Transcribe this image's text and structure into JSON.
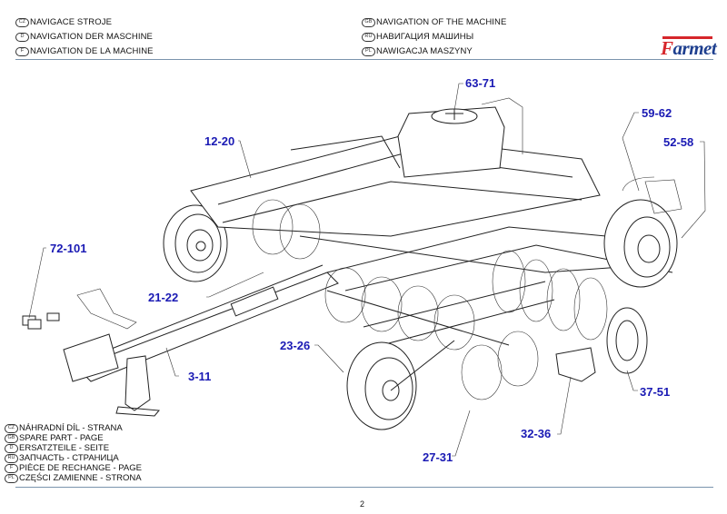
{
  "header": {
    "left": [
      {
        "lang": "CZ",
        "text": "NAVIGACE STROJE"
      },
      {
        "lang": "D",
        "text": "NAVIGATION DER MASCHINE"
      },
      {
        "lang": "F",
        "text": "NAVIGATION DE LA MACHINE"
      }
    ],
    "right": [
      {
        "lang": "GB",
        "text": "NAVIGATION OF THE MACHINE"
      },
      {
        "lang": "RU",
        "text": "НАВИГАЦИЯ МАШИНЫ"
      },
      {
        "lang": "PL",
        "text": "NAWIGACJA MASZYNY"
      }
    ],
    "logo": {
      "first": "F",
      "rest": "armet",
      "brand_red": "#d6262b",
      "brand_blue": "#1e3f8f"
    }
  },
  "callouts": [
    {
      "id": "63-71",
      "label": "63-71"
    },
    {
      "id": "12-20",
      "label": "12-20"
    },
    {
      "id": "59-62",
      "label": "59-62"
    },
    {
      "id": "52-58",
      "label": "52-58"
    },
    {
      "id": "72-101",
      "label": "72-101"
    },
    {
      "id": "21-22",
      "label": "21-22"
    },
    {
      "id": "23-26",
      "label": "23-26"
    },
    {
      "id": "3-11",
      "label": "3-11"
    },
    {
      "id": "37-51",
      "label": "37-51"
    },
    {
      "id": "32-36",
      "label": "32-36"
    },
    {
      "id": "27-31",
      "label": "27-31"
    }
  ],
  "callout_color": "#1a1ab4",
  "footer": {
    "lines": [
      {
        "lang": "CZ",
        "text": "NÁHRADNÍ DÍL - STRANA"
      },
      {
        "lang": "GB",
        "text": "SPARE PART - PAGE"
      },
      {
        "lang": "D",
        "text": "ERSATZTEILE - SEITE"
      },
      {
        "lang": "RU",
        "text": "ЗАПЧАСТЬ - СТРАНИЦА"
      },
      {
        "lang": "F",
        "text": "PIÈCE DE RECHANGE - PAGE"
      },
      {
        "lang": "PL",
        "text": "CZĘŚCI ZAMIENNE - STRONA"
      }
    ],
    "page_number": "2"
  },
  "drawing": {
    "label": "Farmet machine exploded navigation drawing",
    "frame_brand": "Farmet"
  }
}
